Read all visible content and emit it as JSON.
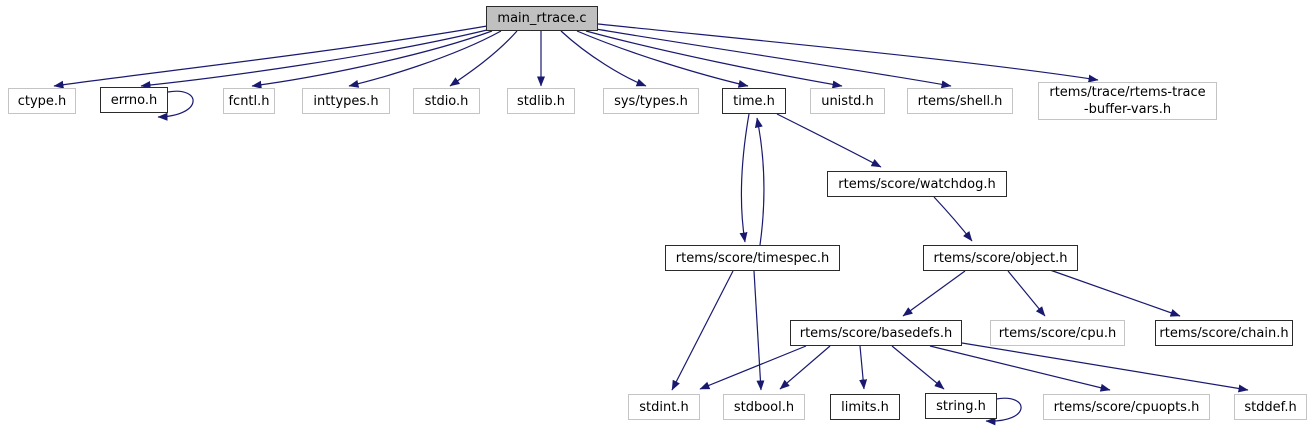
{
  "graph_type": "include-dependency-graph",
  "colors": {
    "background": "#ffffff",
    "edge": "#191970",
    "text": "#000000",
    "root_node_fill": "#c0c0c0",
    "internal_node_border": "#2b2b2b",
    "external_node_border": "#c4c4c4"
  },
  "nodes": [
    {
      "id": "main_rtrace.c",
      "label": "main_rtrace.c",
      "kind": "root"
    },
    {
      "id": "ctype.h",
      "label": "ctype.h",
      "kind": "external"
    },
    {
      "id": "errno.h",
      "label": "errno.h",
      "kind": "internal"
    },
    {
      "id": "fcntl.h",
      "label": "fcntl.h",
      "kind": "external"
    },
    {
      "id": "inttypes.h",
      "label": "inttypes.h",
      "kind": "external"
    },
    {
      "id": "stdio.h",
      "label": "stdio.h",
      "kind": "external"
    },
    {
      "id": "stdlib.h",
      "label": "stdlib.h",
      "kind": "external"
    },
    {
      "id": "sys/types.h",
      "label": "sys/types.h",
      "kind": "external"
    },
    {
      "id": "time.h",
      "label": "time.h",
      "kind": "internal"
    },
    {
      "id": "unistd.h",
      "label": "unistd.h",
      "kind": "external"
    },
    {
      "id": "rtems/shell.h",
      "label": "rtems/shell.h",
      "kind": "external"
    },
    {
      "id": "rtems/trace/rtems-trace-buffer-vars.h",
      "label": "rtems/trace/rtems-trace\n-buffer-vars.h",
      "kind": "external"
    },
    {
      "id": "rtems/score/watchdog.h",
      "label": "rtems/score/watchdog.h",
      "kind": "internal"
    },
    {
      "id": "rtems/score/timespec.h",
      "label": "rtems/score/timespec.h",
      "kind": "internal"
    },
    {
      "id": "rtems/score/object.h",
      "label": "rtems/score/object.h",
      "kind": "internal"
    },
    {
      "id": "rtems/score/basedefs.h",
      "label": "rtems/score/basedefs.h",
      "kind": "internal"
    },
    {
      "id": "rtems/score/cpu.h",
      "label": "rtems/score/cpu.h",
      "kind": "external"
    },
    {
      "id": "rtems/score/chain.h",
      "label": "rtems/score/chain.h",
      "kind": "internal"
    },
    {
      "id": "stdint.h",
      "label": "stdint.h",
      "kind": "external"
    },
    {
      "id": "stdbool.h",
      "label": "stdbool.h",
      "kind": "external"
    },
    {
      "id": "limits.h",
      "label": "limits.h",
      "kind": "internal"
    },
    {
      "id": "string.h",
      "label": "string.h",
      "kind": "internal"
    },
    {
      "id": "rtems/score/cpuopts.h",
      "label": "rtems/score/cpuopts.h",
      "kind": "external"
    },
    {
      "id": "stddef.h",
      "label": "stddef.h",
      "kind": "external"
    }
  ],
  "edges": [
    {
      "from": "main_rtrace.c",
      "to": "ctype.h"
    },
    {
      "from": "main_rtrace.c",
      "to": "errno.h"
    },
    {
      "from": "main_rtrace.c",
      "to": "fcntl.h"
    },
    {
      "from": "main_rtrace.c",
      "to": "inttypes.h"
    },
    {
      "from": "main_rtrace.c",
      "to": "stdio.h"
    },
    {
      "from": "main_rtrace.c",
      "to": "stdlib.h"
    },
    {
      "from": "main_rtrace.c",
      "to": "sys/types.h"
    },
    {
      "from": "main_rtrace.c",
      "to": "time.h"
    },
    {
      "from": "main_rtrace.c",
      "to": "unistd.h"
    },
    {
      "from": "main_rtrace.c",
      "to": "rtems/shell.h"
    },
    {
      "from": "main_rtrace.c",
      "to": "rtems/trace/rtems-trace-buffer-vars.h"
    },
    {
      "from": "errno.h",
      "to": "errno.h",
      "self": true
    },
    {
      "from": "time.h",
      "to": "rtems/score/timespec.h"
    },
    {
      "from": "rtems/score/timespec.h",
      "to": "time.h"
    },
    {
      "from": "time.h",
      "to": "rtems/score/watchdog.h"
    },
    {
      "from": "rtems/score/watchdog.h",
      "to": "rtems/score/object.h"
    },
    {
      "from": "rtems/score/timespec.h",
      "to": "stdint.h"
    },
    {
      "from": "rtems/score/timespec.h",
      "to": "stdbool.h"
    },
    {
      "from": "rtems/score/object.h",
      "to": "rtems/score/basedefs.h"
    },
    {
      "from": "rtems/score/object.h",
      "to": "rtems/score/cpu.h"
    },
    {
      "from": "rtems/score/object.h",
      "to": "rtems/score/chain.h"
    },
    {
      "from": "rtems/score/basedefs.h",
      "to": "stdint.h"
    },
    {
      "from": "rtems/score/basedefs.h",
      "to": "stdbool.h"
    },
    {
      "from": "rtems/score/basedefs.h",
      "to": "limits.h"
    },
    {
      "from": "rtems/score/basedefs.h",
      "to": "string.h"
    },
    {
      "from": "rtems/score/basedefs.h",
      "to": "rtems/score/cpuopts.h"
    },
    {
      "from": "rtems/score/basedefs.h",
      "to": "stddef.h"
    },
    {
      "from": "string.h",
      "to": "string.h",
      "self": true
    }
  ]
}
